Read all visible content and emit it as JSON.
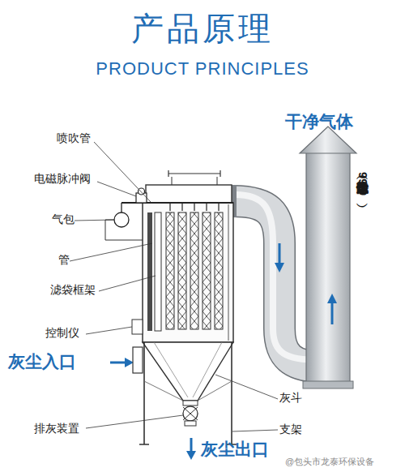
{
  "diagram": {
    "title": "产品原理",
    "labels": [
      "PRODUCT PRINCIPLES",
      "干净气体",
      "喷吹管",
      "电磁脉冲阀",
      "气包",
      "管",
      "滤袋框架",
      "控制仪",
      "灰尘入口",
      "干净气体（除尘达99.9）",
      "灰斗",
      "排灰装置",
      "支架",
      "灰尘出口",
      "@包头市龙泰环保设备"
    ]
  }
}
